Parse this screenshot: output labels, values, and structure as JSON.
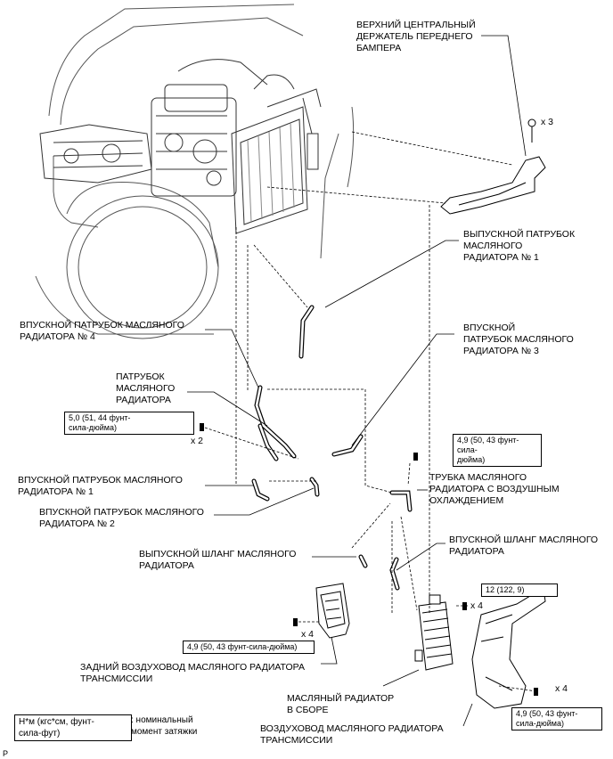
{
  "labels": {
    "bumper_retainer": "ВЕРХНИЙ ЦЕНТРАЛЬНЫЙ\nДЕРЖАТЕЛЬ ПЕРЕДНЕГО\nБАМПЕРА",
    "outlet_pipe_1": "ВЫПУСКНОЙ ПАТРУБОК\nМАСЛЯНОГО\nРАДИАТОРА № 1",
    "inlet_pipe_4": "ВПУСКНОЙ ПАТРУБОК МАСЛЯНОГО\nРАДИАТОРА № 4",
    "inlet_pipe_3": "ВПУСКНОЙ\nПАТРУБОК МАСЛЯНОГО\nРАДИАТОРА № 3",
    "cooler_pipe": "ПАТРУБОК\nМАСЛЯНОГО\nРАДИАТОРА",
    "inlet_pipe_1": "ВПУСКНОЙ ПАТРУБОК МАСЛЯНОГО\nРАДИАТОРА № 1",
    "inlet_pipe_2": "ВПУСКНОЙ ПАТРУБОК МАСЛЯНОГО\nРАДИАТОРА № 2",
    "air_cooled_tube": "ТРУБКА МАСЛЯНОГО\nРАДИАТОРА С ВОЗДУШНЫМ\nОХЛАЖДЕНИЕМ",
    "outlet_hose": "ВЫПУСКНОЙ ШЛАНГ МАСЛЯНОГО\nРАДИАТОРА",
    "inlet_hose": "ВПУСКНОЙ ШЛАНГ МАСЛЯНОГО\nРАДИАТОРА",
    "rear_duct": "ЗАДНИЙ ВОЗДУХОВОД МАСЛЯНОГО РАДИАТОРА\nТРАНСМИССИИ",
    "cooler_assembly": "МАСЛЯНЫЙ РАДИАТОР\nВ СБОРЕ",
    "duct": "ВОЗДУХОВОД МАСЛЯНОГО РАДИАТОРА\nТРАНСМИССИИ",
    "legend_desc": ": номинальный\nмомент затяжки",
    "corner_letter": "P"
  },
  "torques": {
    "t1": "5,0 (51, 44 фунт-\nсила-дюйма)",
    "t2": "4,9 (50, 43 фунт-сила-\nдюйма)",
    "t3": "12 (122, 9)",
    "t4": "4,9 (50, 43 фунт-сила-дюйма)",
    "t5": "4,9 (50, 43 фунт-\nсила-дюйма)",
    "legend_units": "Н*м (кгс*см, фунт-\nсила-фут)"
  },
  "counts": {
    "c1": "x 3",
    "c2": "x 2",
    "c3": "x 4",
    "c4": "x 4",
    "c5": "x 4"
  },
  "icons": [
    "bolt-icon",
    "engine-illustration",
    "radiator-illustration",
    "oil-cooler-illustration"
  ]
}
